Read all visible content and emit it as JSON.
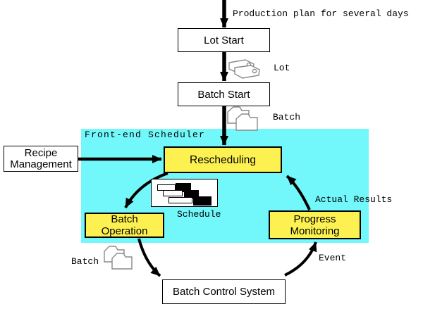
{
  "colors": {
    "region_bg": "#72F7FA",
    "node_bg": "#FCF150",
    "arrow": "#000000",
    "icon_stroke": "#8a8a8a"
  },
  "region": {
    "label": "Front-end Scheduler"
  },
  "nodes": {
    "lot_start": {
      "label": "Lot Start"
    },
    "batch_start": {
      "label": "Batch Start"
    },
    "recipe_management": {
      "line1": "Recipe",
      "line2": "Management"
    },
    "rescheduling": {
      "label": "Rescheduling"
    },
    "batch_operation": {
      "line1": "Batch",
      "line2": "Operation"
    },
    "progress_monitoring": {
      "line1": "Progress",
      "line2": "Monitoring"
    },
    "batch_control_system": {
      "label": "Batch Control System"
    }
  },
  "annotations": {
    "production_plan": "Production plan for several days",
    "lot": "Lot",
    "batch_in": "Batch",
    "schedule": "Schedule",
    "actual_results": "Actual Results",
    "batch_out": "Batch",
    "event": "Event"
  },
  "icons": {
    "lot": "tag-icon",
    "batch_in": "folders-icon",
    "batch_out": "folders-icon",
    "schedule": "gantt-chart-icon"
  }
}
